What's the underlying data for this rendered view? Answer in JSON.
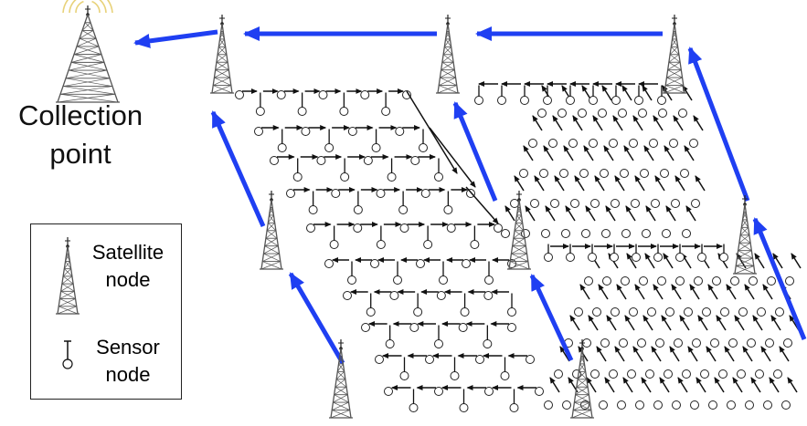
{
  "title": {
    "collection_point": "Collection point"
  },
  "legend": {
    "satellite_label": "Satellite node",
    "sensor_label": "Sensor node"
  },
  "colors": {
    "long_range_link": "#1f3ff2",
    "sensor_link": "#111111",
    "signal_waves": "#e8d27a",
    "tower": "#555555"
  },
  "icons": [
    "radio-tower-icon",
    "satellite-node-icon",
    "sensor-node-icon",
    "blue-arrow-icon"
  ]
}
